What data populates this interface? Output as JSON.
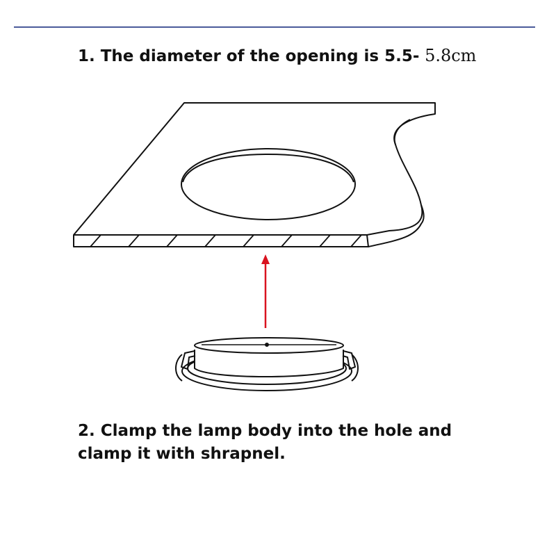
{
  "step1": {
    "text_main": "1. The diameter of the opening is 5.5-",
    "text_serif": " 5.8cm"
  },
  "step2": {
    "line1": "2. Clamp the lamp body into the hole and",
    "line2": "clamp it with shrapnel."
  },
  "colors": {
    "rule": "#4a5a9a",
    "arrow": "#d9121f",
    "line": "#111111"
  }
}
